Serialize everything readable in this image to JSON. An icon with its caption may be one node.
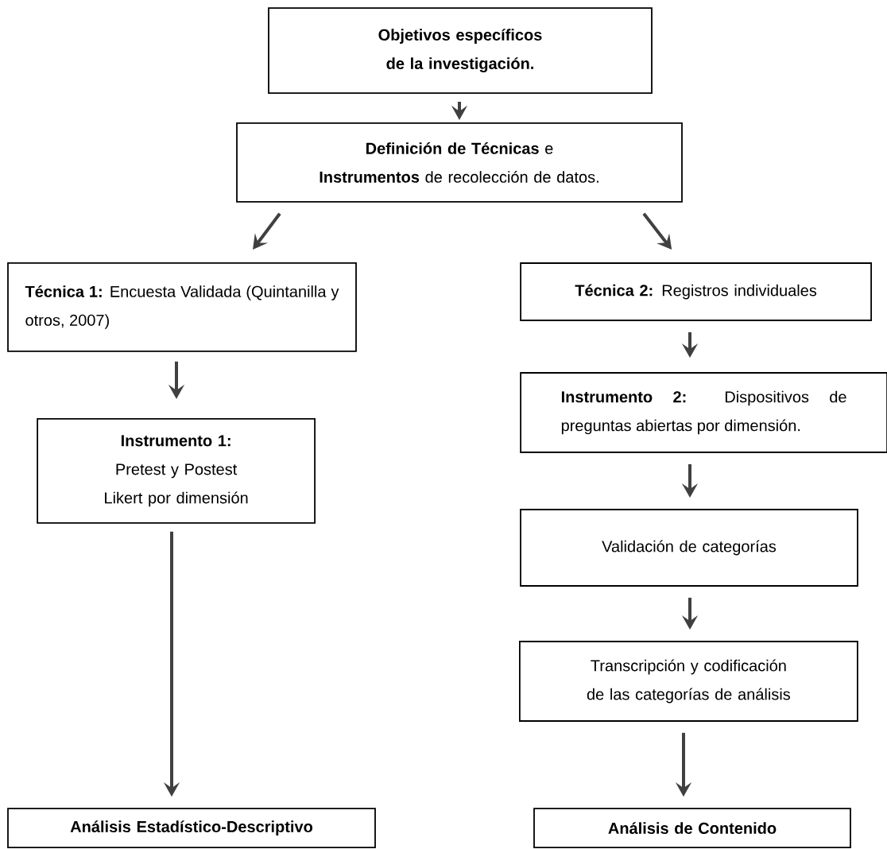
{
  "diagram": {
    "nodes": [
      {
        "text": [
          "Objetivos específicos de la investigación."
        ]
      },
      {
        "text": [
          "**Definición de Técnicas** e **Instrumentos** de recolección de datos."
        ]
      },
      {
        "text": [
          "**Técnica 1:** Encuesta Validada (Quintanilla y otros, 2007)"
        ]
      },
      {
        "text": [
          "**Técnica 2:** Registros individuales"
        ]
      },
      {
        "text": [
          "**Instrumento 1:** Pretest y Postest Likert por dimensión"
        ]
      },
      {
        "text": [
          "**Instrumento 2:** Dispositivos de preguntas abiertas por dimensión."
        ]
      },
      {
        "text": [
          "Validación de categorías"
        ]
      },
      {
        "text": [
          "Transcripción y codificación de las categorías de análisis"
        ]
      },
      {
        "text": [
          "Análisis Estadístico-Descriptivo"
        ]
      },
      {
        "text": [
          "Análisis de Contenido"
        ]
      }
    ],
    "edges": [
      {
        "from": 0,
        "to": 1,
        "arrow": "to"
      },
      {
        "from": 1,
        "to": 2,
        "arrow": "to"
      },
      {
        "from": 1,
        "to": 3,
        "arrow": "to"
      },
      {
        "from": 2,
        "to": 4,
        "arrow": "to"
      },
      {
        "from": 3,
        "to": 5,
        "arrow": "to"
      },
      {
        "from": 4,
        "to": 8,
        "arrow": "to"
      },
      {
        "from": 5,
        "to": 6,
        "arrow": "to"
      },
      {
        "from": 6,
        "to": 7,
        "arrow": "to"
      },
      {
        "from": 7,
        "to": 9,
        "arrow": "to"
      }
    ]
  }
}
